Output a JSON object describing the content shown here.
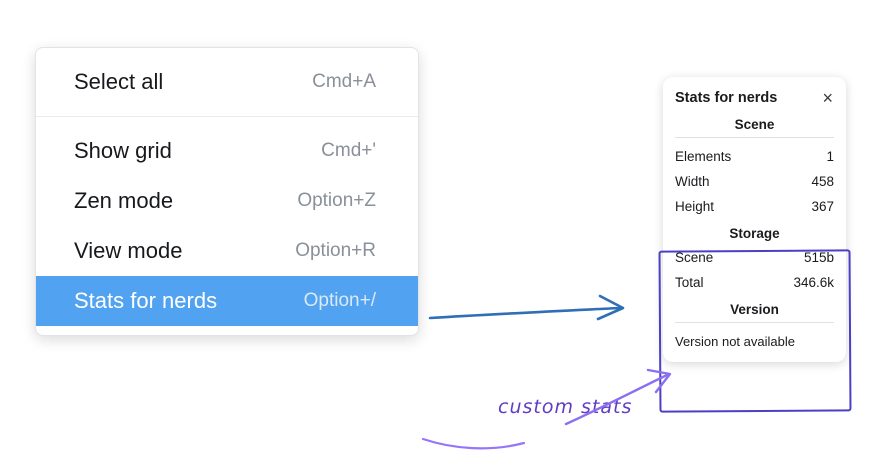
{
  "context_menu": {
    "items": [
      {
        "label": "Select all",
        "shortcut": "Cmd+A"
      },
      {
        "label": "Show grid",
        "shortcut": "Cmd+'"
      },
      {
        "label": "Zen mode",
        "shortcut": "Option+Z"
      },
      {
        "label": "View mode",
        "shortcut": "Option+R"
      },
      {
        "label": "Stats for nerds",
        "shortcut": "Option+/"
      }
    ],
    "selected_item": "Stats for nerds"
  },
  "stats_panel": {
    "title": "Stats for nerds",
    "close_icon": "×",
    "sections": [
      {
        "heading": "Scene",
        "rows": [
          [
            "Elements",
            "1"
          ],
          [
            "Width",
            "458"
          ],
          [
            "Height",
            "367"
          ]
        ]
      },
      {
        "heading": "Storage",
        "rows": [
          [
            "Scene",
            "515b"
          ],
          [
            "Total",
            "346.6k"
          ]
        ]
      },
      {
        "heading": "Version",
        "note": "Version not available"
      }
    ]
  },
  "annotation": {
    "label": "custom stats"
  },
  "colors": {
    "menu_highlight": "#51a2f0",
    "arrow_blue": "#2e6fb7",
    "annotation_purple": "#5f3dc4",
    "rect_purple": "#4b3fc4",
    "light_purple": "#8b6ff0"
  }
}
